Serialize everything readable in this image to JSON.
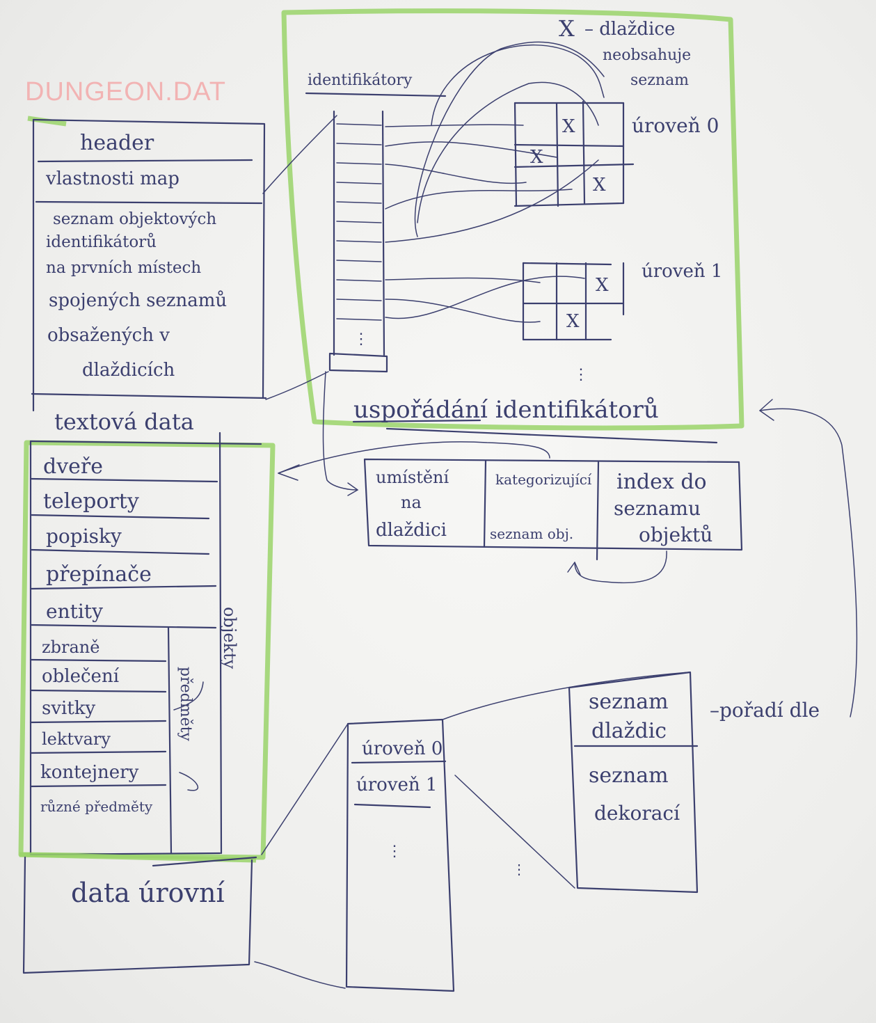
{
  "title": "DUNGEON.DAT",
  "file_layout": {
    "header": "header",
    "map_props": "vlastnosti map",
    "lists_note": [
      "seznam objektových",
      "identifikátorů",
      "na prvních místech",
      "spojených seznamů",
      "obsažených v",
      "dlaždicích"
    ],
    "text_data": "textová data"
  },
  "objects": {
    "items": [
      "dveře",
      "teleporty",
      "popisky",
      "přepínače",
      "entity"
    ],
    "sub_items": [
      "zbraně",
      "oblečení",
      "svitky",
      "lektvary",
      "kontejnery",
      "různé předměty"
    ],
    "sub_group_label": "předměty",
    "group_label": "objekty"
  },
  "level_data": "data úrovní",
  "identifiers": {
    "header": "identifikátory",
    "ellipsis": "⋮",
    "legend_marker": "X",
    "legend_text": [
      "– dlaždice",
      "neobsahuje",
      "seznam"
    ],
    "level0": "úroveň 0",
    "level1": "úroveň 1",
    "ordering": "uspořádání identifikátorů"
  },
  "identifier_fields": {
    "field1": [
      "umístění",
      "na",
      "dlaždici"
    ],
    "field2": [
      "kategorizující",
      "seznam obj."
    ],
    "field3": [
      "index do",
      "seznamu",
      "objektů"
    ]
  },
  "levels_list": {
    "items": [
      "úroveň 0",
      "úroveň 1"
    ],
    "ellipsis": "⋮"
  },
  "level_detail": {
    "tiles": [
      "seznam",
      "dlaždic"
    ],
    "decor": [
      "seznam",
      "dekorací"
    ],
    "order_note": "–pořadí dle"
  },
  "colors": {
    "ink": "#3b3f6e",
    "highlight": "#9ad46a",
    "title": "#f2b3b3"
  }
}
